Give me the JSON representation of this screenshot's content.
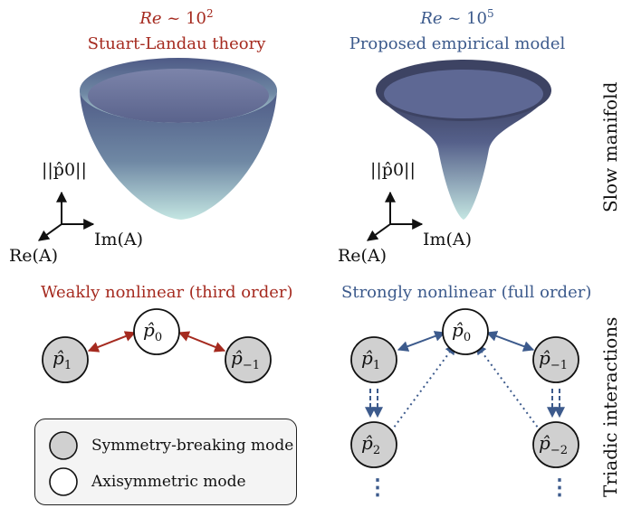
{
  "left_panel": {
    "re_prefix": "Re",
    "re_value": "~ 10",
    "re_exponent": "2",
    "title": "Stuart-Landau theory",
    "interaction_title": "Weakly nonlinear (third order)",
    "accent_color": "#a52a1f"
  },
  "right_panel": {
    "re_prefix": "Re",
    "re_value": "~ 10",
    "re_exponent": "5",
    "title": "Proposed empirical model",
    "interaction_title": "Strongly nonlinear (full order)",
    "accent_color": "#3c5a8c"
  },
  "axes": {
    "vertical_label": "||p̂0||",
    "re_label": "Re(A)",
    "im_label": "Im(A)"
  },
  "side_labels": {
    "top": "Slow manifold",
    "bottom": "Triadic interactions"
  },
  "modes": {
    "p0": {
      "hat": "p̂",
      "sub": "0"
    },
    "p1": {
      "hat": "p̂",
      "sub": "1"
    },
    "pm1": {
      "hat": "p̂",
      "sub": "−1"
    },
    "p2": {
      "hat": "p̂",
      "sub": "2"
    },
    "pm2": {
      "hat": "p̂",
      "sub": "−2"
    },
    "ellipsis": "⋮"
  },
  "legend": {
    "shaded_label": "Symmetry-breaking mode",
    "open_label": "Axisymmetric mode",
    "shaded_color": "#d0d0d0"
  }
}
